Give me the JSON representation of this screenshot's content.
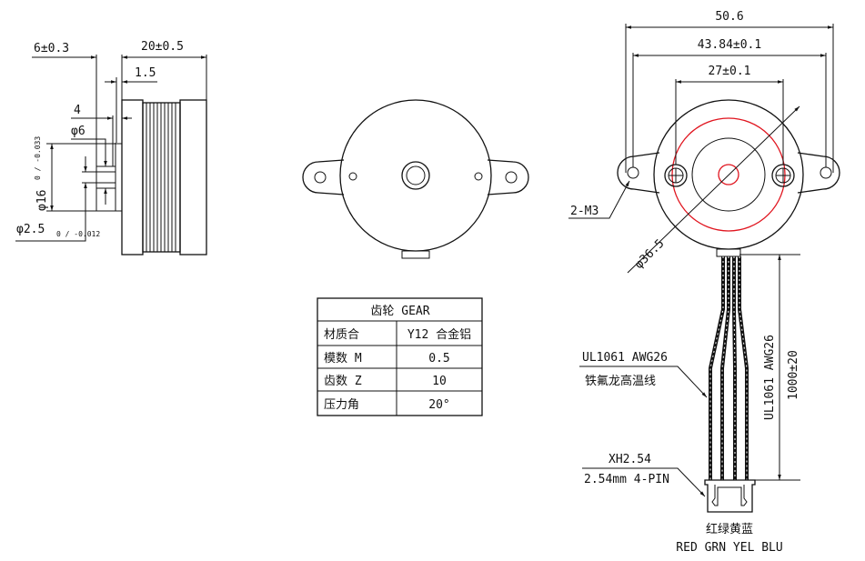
{
  "side_view": {
    "dim_shaft_len": "6±0.3",
    "dim_body_len": "20±0.5",
    "dim_boss_len": "1.5",
    "dim_gear_len": "4",
    "dim_gear_dia": "φ6",
    "dim_boss_dia": "φ16",
    "dim_boss_tol": "0 / -0.033",
    "dim_shaft_dia": "φ2.5",
    "dim_shaft_tol": "0 / -0.012"
  },
  "gear_table": {
    "title": "齿轮 GEAR",
    "rows": [
      {
        "label": "材质合",
        "value": "Y12 合金铝"
      },
      {
        "label": "模数 M",
        "value": "0.5"
      },
      {
        "label": "齿数 Z",
        "value": "10"
      },
      {
        "label": "压力角",
        "value": "20°"
      }
    ]
  },
  "front_view": {
    "dim_overall": "50.6",
    "dim_mount": "43.84±0.1",
    "dim_screw": "27±0.1",
    "dim_body_dia": "φ36.5",
    "screw_label": "2-M3"
  },
  "wiring": {
    "cable_spec": "UL1061 AWG26",
    "cable_desc": "铁氟龙高温线",
    "cable_side_label": "UL1061 AWG26",
    "length": "1000±20",
    "connector": "XH2.54",
    "connector_desc": "2.54mm 4-PIN",
    "colors_cn": "红绿黄蓝",
    "colors_en": "RED GRN YEL BLU"
  },
  "colors": {
    "accent_red": "#e0141e"
  }
}
